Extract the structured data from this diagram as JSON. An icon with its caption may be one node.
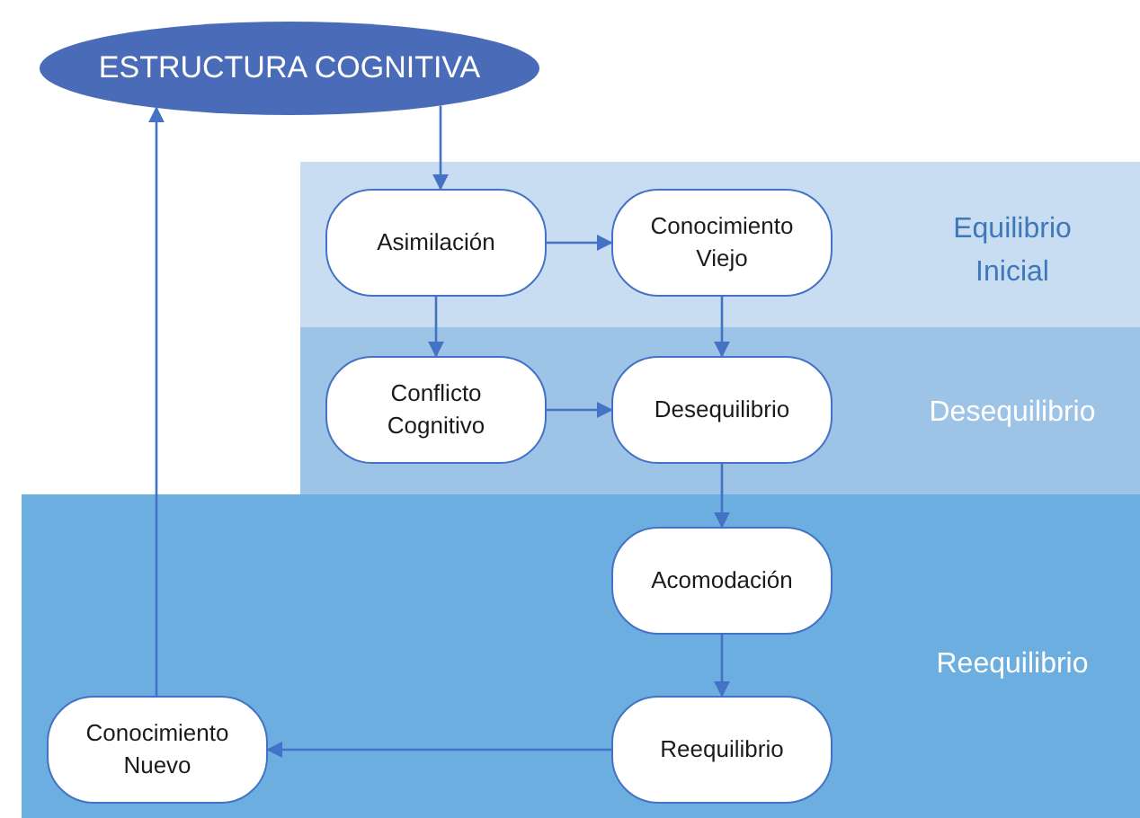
{
  "diagram": {
    "nodes": [
      {
        "text": [
          "ESTRUCTURA COGNITIVA"
        ]
      },
      {
        "text": [
          "Equilibrio Inicial"
        ]
      },
      {
        "text": [
          "Asimilación"
        ],
        "in": 1
      },
      {
        "text": [
          "Conocimiento Viejo"
        ],
        "in": 1
      },
      {
        "text": [
          "Desequilibrio"
        ]
      },
      {
        "text": [
          "Conflicto Cognitivo"
        ],
        "in": 4
      },
      {
        "text": [
          "Desequilibrio"
        ],
        "in": 4
      },
      {
        "text": [
          "Reequilibrio"
        ]
      },
      {
        "text": [
          "Acomodación"
        ],
        "in": 7
      },
      {
        "text": [
          "Conocimiento Nuevo"
        ],
        "in": 7
      },
      {
        "text": [
          "Reequilibrio"
        ],
        "in": 7
      }
    ],
    "edges": [
      {
        "from": 0,
        "to": 2,
        "arrow": "to"
      },
      {
        "from": 2,
        "to": 3,
        "arrow": "to"
      },
      {
        "from": 2,
        "to": 5,
        "arrow": "to"
      },
      {
        "from": 3,
        "to": 6,
        "arrow": "to"
      },
      {
        "from": 5,
        "to": 6,
        "arrow": "to"
      },
      {
        "from": 6,
        "to": 8,
        "arrow": "to"
      },
      {
        "from": 8,
        "to": 10,
        "arrow": "to"
      },
      {
        "from": 10,
        "to": 9,
        "arrow": "to"
      },
      {
        "from": 9,
        "to": 0,
        "arrow": "to"
      }
    ]
  }
}
